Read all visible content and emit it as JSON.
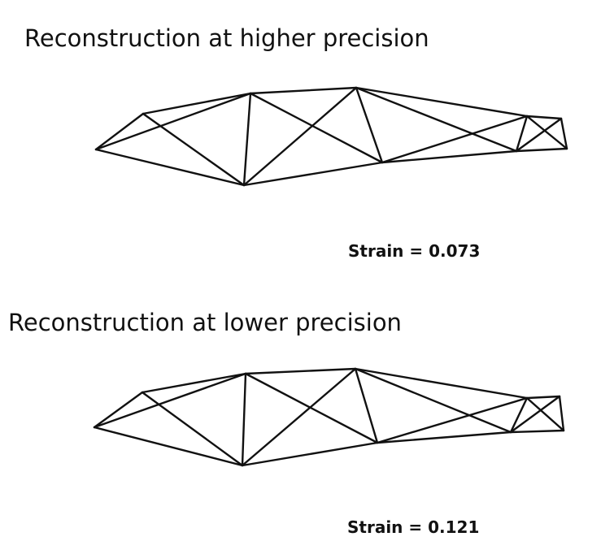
{
  "panels": [
    {
      "title": "Reconstruction at higher precision",
      "strain_label": "Strain = 0.073"
    },
    {
      "title": "Reconstruction at lower precision",
      "strain_label": "Strain = 0.121"
    }
  ]
}
